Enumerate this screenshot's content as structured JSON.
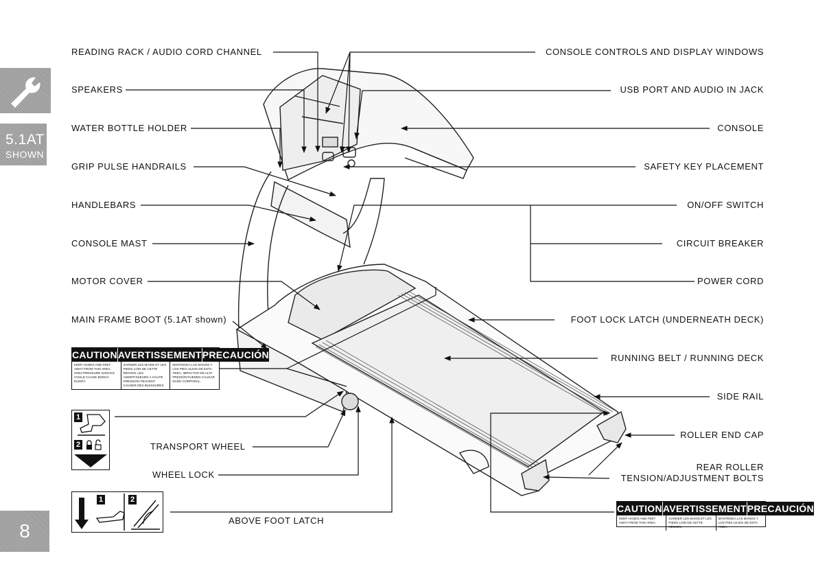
{
  "tabs": {
    "model_line1": "5.1AT",
    "model_line2": "SHOWN",
    "page_number": "8"
  },
  "labels_left": {
    "reading_rack": "READING RACK / AUDIO CORD CHANNEL",
    "speakers": "SPEAKERS",
    "water_bottle_holder": "WATER BOTTLE HOLDER",
    "grip_pulse": "GRIP PULSE HANDRAILS",
    "handlebars": "HANDLEBARS",
    "console_mast": "CONSOLE MAST",
    "motor_cover": "MOTOR COVER",
    "main_frame_boot": "MAIN FRAME BOOT (5.1AT shown)",
    "transport_wheel": "TRANSPORT WHEEL",
    "wheel_lock": "WHEEL LOCK",
    "above_foot_latch": "ABOVE FOOT LATCH"
  },
  "labels_right": {
    "console_controls": "CONSOLE CONTROLS AND DISPLAY WINDOWS",
    "usb_port": "USB PORT AND AUDIO IN JACK",
    "console": "CONSOLE",
    "safety_key": "SAFETY KEY PLACEMENT",
    "on_off": "ON/OFF SWITCH",
    "circuit_breaker": "CIRCUIT BREAKER",
    "power_cord": "POWER CORD",
    "foot_lock_latch": "FOOT LOCK LATCH (UNDERNEATH DECK)",
    "running_belt": "RUNNING BELT / RUNNING DECK",
    "side_rail": "SIDE RAIL",
    "roller_end_cap": "ROLLER END CAP",
    "rear_roller_1": "REAR ROLLER",
    "rear_roller_2": "TENSION/ADJUSTMENT BOLTS"
  },
  "warning_left": {
    "caution": "CAUTION",
    "avertissement": "AVERTISSEMENT",
    "precaucion": "PRECAUCIÓN",
    "text_en": "KEEP HANDS AND FEET AWAY FROM THIS AREA. HIGH-PRESSURE SHOCKS COULD CAUSE BODILY INJURY.",
    "text_fr": "GARDER LES MAINS ET LES PIEDS LOIN DE CETTE RÉGION. LES AMORTISSEURS À HAUTE PRESSION PEUVENT CAUSER DES BLESSURES.",
    "text_es": "MANTENGA LAS MANOS Y LOS PIES LEJOS DE ESTA ÁREA. IMPACTOS DE ALTA PRESIÓN PUEDEN CAUSAR DAÑO CORPORAL."
  },
  "warning_right": {
    "caution": "CAUTION",
    "avertissement": "AVERTISSEMENT",
    "precaucion": "PRECAUCIÓN",
    "text_en": "KEEP HANDS AND FEET AWAY FROM THIS AREA.",
    "text_fr": "GARDER LES MAINS ET LES PIEDS LOIN DE CETTE RÉGION.",
    "text_es": "MANTENGA LAS MANOS Y LOS PIES LEJOS DE ESTA ÁREA."
  },
  "steps": {
    "step_1": "1",
    "step_2": "2"
  },
  "icons": [
    "wrench-icon",
    "lock-icon",
    "unlock-icon",
    "foot-press-icon",
    "down-arrow-icon",
    "treadmill-fold-icon"
  ]
}
